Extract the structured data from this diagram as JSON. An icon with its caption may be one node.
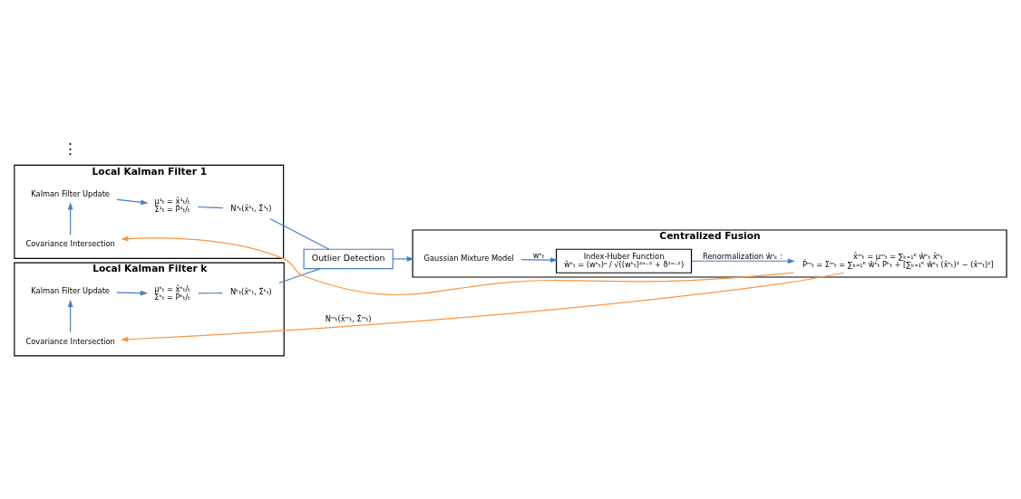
{
  "diagram": {
    "nodes": [
      {
        "text": [
          "Local Kalman Filter 1"
        ]
      },
      {
        "text": [
          "Kalman Filter Update"
        ],
        "in": 0
      },
      {
        "text": [
          "μ¹ₜ = x̂¹ₜ/ₜ",
          "Σ¹ₜ = P̂¹ₜ/ₜ"
        ],
        "in": 0
      },
      {
        "text": [
          "N¹ₜ(x̂¹ₜ, Σ̂¹ₜ)"
        ],
        "in": 0
      },
      {
        "text": [
          "Covariance Intersection"
        ],
        "in": 0
      },
      {
        "text": [
          "Local Kalman Filter k"
        ]
      },
      {
        "text": [
          "Kalman Filter Update"
        ],
        "in": 5
      },
      {
        "text": [
          "μᵏₜ = x̂ᵏₜ/ₜ",
          "Σᵏₜ = P̂ᵏₜ/ₜ"
        ],
        "in": 5
      },
      {
        "text": [
          "Nᵏₜ(x̂ᵏₜ, Σ̂ᵏₜ)"
        ],
        "in": 5
      },
      {
        "text": [
          "Covariance Intersection"
        ],
        "in": 5
      },
      {
        "text": [
          "Outlier Detection"
        ]
      },
      {
        "text": [
          "Centralized Fusion"
        ]
      },
      {
        "text": [
          "Gaussian Mixture Model"
        ],
        "in": 11
      },
      {
        "text": [
          "Index-Huber Function",
          "w̄ᵏₜ = (wᵏₜ)ᵅ / √((wᵏₜ)²ᵅ⁻² + δ²ᵅ⁻²)"
        ],
        "in": 11
      },
      {
        "text": [
          "x̂ᵐₜ = μᵐₜ = ∑ₖ₌₁ᴷ ŵᵏₜ x̂ᵏₜ",
          "P̂ᵐₜ = Σᵐₜ = ∑ₖ₌₁ᴷ ŵᵏₜ Pᵏₜ + [∑ₖ₌₁ᴷ ŵᵏₜ (x̂ᵏₜ)² − (x̂ᵐₜ)²]"
        ],
        "in": 11
      }
    ],
    "edges": [
      {
        "from": 1,
        "to": 2,
        "arrow": "to"
      },
      {
        "from": 2,
        "to": 3,
        "arrow": "none"
      },
      {
        "from": 4,
        "to": 1,
        "arrow": "to"
      },
      {
        "from": 6,
        "to": 7,
        "arrow": "to"
      },
      {
        "from": 7,
        "to": 8,
        "arrow": "none"
      },
      {
        "from": 9,
        "to": 6,
        "arrow": "to"
      },
      {
        "from": 3,
        "to": 10,
        "arrow": "none"
      },
      {
        "from": 8,
        "to": 10,
        "arrow": "none"
      },
      {
        "from": 10,
        "to": 11,
        "arrow": "to"
      },
      {
        "from": 12,
        "to": 13,
        "arrow": "to",
        "label": "wᵏₜ"
      },
      {
        "from": 13,
        "to": 14,
        "arrow": "to",
        "label": "Renormalization ŵᵗₖ :"
      },
      {
        "from": 14,
        "to": 4,
        "arrow": "to",
        "color": "#f79646"
      },
      {
        "from": 14,
        "to": 9,
        "arrow": "to",
        "color": "#f79646",
        "label": "Nᵐₜ(x̂ᵐₜ, Σ̂ᵐₜ)"
      }
    ],
    "labels": [
      "⋮"
    ]
  }
}
